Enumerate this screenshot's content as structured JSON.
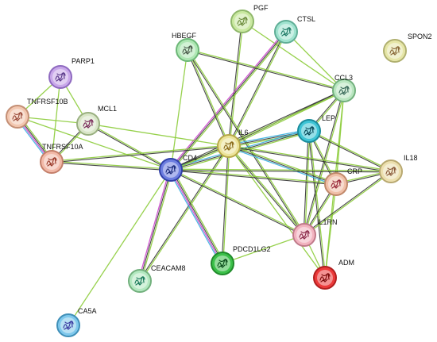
{
  "network": {
    "nodes": [
      {
        "id": "PGF",
        "label": "PGF",
        "color": "#c9e8a0",
        "stroke": "#8fb76a",
        "glyph": "#6a8a3a"
      },
      {
        "id": "CTSL",
        "label": "CTSL",
        "color": "#9fe3cf",
        "stroke": "#5fae96",
        "glyph": "#1f7a66"
      },
      {
        "id": "SPON2",
        "label": "SPON2",
        "color": "#e6e6a8",
        "stroke": "#b0b070",
        "glyph": "#8a6a3a"
      },
      {
        "id": "HBEGF",
        "label": "HBEGF",
        "color": "#aee7b3",
        "stroke": "#6cb777",
        "glyph": "#4a5a4a"
      },
      {
        "id": "PARP1",
        "label": "PARP1",
        "color": "#c9a8ea",
        "stroke": "#8f6ac0",
        "glyph": "#5a3a8a"
      },
      {
        "id": "CCL3",
        "label": "CCL3",
        "color": "#b9e6c0",
        "stroke": "#72b07d",
        "glyph": "#3a6a5a"
      },
      {
        "id": "TNFRSF10B",
        "label": "TNFRSF10B",
        "color": "#f2c7b0",
        "stroke": "#c48f75",
        "glyph": "#9a4a3a"
      },
      {
        "id": "MCL1",
        "label": "MCL1",
        "color": "#d9e6c8",
        "stroke": "#9ab080",
        "glyph": "#7a2a5a"
      },
      {
        "id": "LEP",
        "label": "LEP",
        "color": "#3fc5d6",
        "stroke": "#1a8c9c",
        "glyph": "#0a4a5a"
      },
      {
        "id": "IL6",
        "label": "IL6",
        "color": "#ece49a",
        "stroke": "#b8a848",
        "glyph": "#8a6a1a"
      },
      {
        "id": "CD4",
        "label": "CD4",
        "color": "#6d7ee0",
        "stroke": "#3040a8",
        "glyph": "#1a2a7a"
      },
      {
        "id": "TNFRSF10A",
        "label": "TNFRSF10A",
        "color": "#f2b9a8",
        "stroke": "#c47f6a",
        "glyph": "#9a3a2a"
      },
      {
        "id": "IL18",
        "label": "IL18",
        "color": "#ecdfae",
        "stroke": "#b8a870",
        "glyph": "#8a5a3a"
      },
      {
        "id": "CRP",
        "label": "CRP",
        "color": "#f0c0a8",
        "stroke": "#c0886a",
        "glyph": "#9a2a3a"
      },
      {
        "id": "IL1RN",
        "label": "IL1RN",
        "color": "#f2b3bf",
        "stroke": "#c07a8a",
        "glyph": "#8a2a4a"
      },
      {
        "id": "PDCD1LG2",
        "label": "PDCD1LG2",
        "color": "#3cc04a",
        "stroke": "#1f8a2a",
        "glyph": "#0a4a1a"
      },
      {
        "id": "ADM",
        "label": "ADM",
        "color": "#ec3a3a",
        "stroke": "#b01f1f",
        "glyph": "#7a0a0a"
      },
      {
        "id": "CEACAM8",
        "label": "CEACAM8",
        "color": "#b3e8c0",
        "stroke": "#72b07d",
        "glyph": "#1a7a5a"
      },
      {
        "id": "CA5A",
        "label": "CA5A",
        "color": "#7fc8ec",
        "stroke": "#3f8fb8",
        "glyph": "#3a3aa0"
      }
    ],
    "edges": [
      {
        "a": "PGF",
        "b": "IL6",
        "colors": [
          "#8ccc3a",
          "#333333"
        ]
      },
      {
        "a": "PGF",
        "b": "CCL3",
        "colors": [
          "#8ccc3a"
        ]
      },
      {
        "a": "CTSL",
        "b": "IL6",
        "colors": [
          "#8ccc3a",
          "#333333"
        ]
      },
      {
        "a": "CTSL",
        "b": "CD4",
        "colors": [
          "#8ccc3a",
          "#333333",
          "#cc44cc"
        ]
      },
      {
        "a": "CTSL",
        "b": "CCL3",
        "colors": [
          "#8ccc3a"
        ]
      },
      {
        "a": "HBEGF",
        "b": "IL6",
        "colors": [
          "#8ccc3a",
          "#333333"
        ]
      },
      {
        "a": "HBEGF",
        "b": "CCL3",
        "colors": [
          "#8ccc3a",
          "#333333"
        ]
      },
      {
        "a": "HBEGF",
        "b": "CD4",
        "colors": [
          "#8ccc3a"
        ]
      },
      {
        "a": "HBEGF",
        "b": "IL1RN",
        "colors": [
          "#8ccc3a",
          "#333333"
        ]
      },
      {
        "a": "PARP1",
        "b": "MCL1",
        "colors": [
          "#8ccc3a"
        ]
      },
      {
        "a": "PARP1",
        "b": "TNFRSF10B",
        "colors": [
          "#8ccc3a"
        ]
      },
      {
        "a": "PARP1",
        "b": "TNFRSF10A",
        "colors": [
          "#8ccc3a"
        ]
      },
      {
        "a": "TNFRSF10B",
        "b": "MCL1",
        "colors": [
          "#8ccc3a"
        ]
      },
      {
        "a": "TNFRSF10B",
        "b": "TNFRSF10A",
        "colors": [
          "#8ccc3a",
          "#333333",
          "#cc44cc",
          "#3ab0e0"
        ]
      },
      {
        "a": "TNFRSF10B",
        "b": "CD4",
        "colors": [
          "#8ccc3a"
        ]
      },
      {
        "a": "MCL1",
        "b": "TNFRSF10A",
        "colors": [
          "#8ccc3a",
          "#333333"
        ]
      },
      {
        "a": "MCL1",
        "b": "CD4",
        "colors": [
          "#8ccc3a",
          "#333333"
        ]
      },
      {
        "a": "MCL1",
        "b": "IL6",
        "colors": [
          "#8ccc3a"
        ]
      },
      {
        "a": "TNFRSF10A",
        "b": "CD4",
        "colors": [
          "#8ccc3a",
          "#333333"
        ]
      },
      {
        "a": "TNFRSF10A",
        "b": "IL6",
        "colors": [
          "#8ccc3a",
          "#333333"
        ]
      },
      {
        "a": "CCL3",
        "b": "IL6",
        "colors": [
          "#8ccc3a",
          "#333333"
        ]
      },
      {
        "a": "CCL3",
        "b": "CD4",
        "colors": [
          "#8ccc3a",
          "#333333"
        ]
      },
      {
        "a": "CCL3",
        "b": "LEP",
        "colors": [
          "#8ccc3a",
          "#333333"
        ]
      },
      {
        "a": "CCL3",
        "b": "IL1RN",
        "colors": [
          "#8ccc3a",
          "#333333"
        ]
      },
      {
        "a": "CCL3",
        "b": "ADM",
        "colors": [
          "#8ccc3a"
        ]
      },
      {
        "a": "CCL3",
        "b": "CRP",
        "colors": [
          "#8ccc3a"
        ]
      },
      {
        "a": "LEP",
        "b": "IL6",
        "colors": [
          "#8ccc3a",
          "#333333",
          "#3ab0e0"
        ]
      },
      {
        "a": "LEP",
        "b": "CD4",
        "colors": [
          "#8ccc3a",
          "#333333",
          "#3ab0e0"
        ]
      },
      {
        "a": "LEP",
        "b": "CRP",
        "colors": [
          "#8ccc3a",
          "#333333"
        ]
      },
      {
        "a": "LEP",
        "b": "IL1RN",
        "colors": [
          "#8ccc3a",
          "#333333"
        ]
      },
      {
        "a": "LEP",
        "b": "ADM",
        "colors": [
          "#8ccc3a",
          "#333333"
        ]
      },
      {
        "a": "LEP",
        "b": "IL18",
        "colors": [
          "#8ccc3a",
          "#333333"
        ]
      },
      {
        "a": "IL6",
        "b": "CD4",
        "colors": [
          "#8ccc3a",
          "#333333"
        ]
      },
      {
        "a": "IL6",
        "b": "CRP",
        "colors": [
          "#8ccc3a",
          "#333333",
          "#3ab0e0"
        ]
      },
      {
        "a": "IL6",
        "b": "IL18",
        "colors": [
          "#8ccc3a",
          "#333333"
        ]
      },
      {
        "a": "IL6",
        "b": "IL1RN",
        "colors": [
          "#8ccc3a",
          "#333333"
        ]
      },
      {
        "a": "IL6",
        "b": "ADM",
        "colors": [
          "#8ccc3a"
        ]
      },
      {
        "a": "IL6",
        "b": "PDCD1LG2",
        "colors": [
          "#8ccc3a",
          "#333333"
        ]
      },
      {
        "a": "IL6",
        "b": "CEACAM8",
        "colors": [
          "#8ccc3a",
          "#333333"
        ]
      },
      {
        "a": "CD4",
        "b": "CRP",
        "colors": [
          "#8ccc3a",
          "#333333"
        ]
      },
      {
        "a": "CD4",
        "b": "IL18",
        "colors": [
          "#8ccc3a",
          "#333333"
        ]
      },
      {
        "a": "CD4",
        "b": "IL1RN",
        "colors": [
          "#8ccc3a",
          "#333333"
        ]
      },
      {
        "a": "CD4",
        "b": "PDCD1LG2",
        "colors": [
          "#8ccc3a",
          "#333333",
          "#cc44cc",
          "#3ab0e0"
        ]
      },
      {
        "a": "CD4",
        "b": "CEACAM8",
        "colors": [
          "#8ccc3a",
          "#333333",
          "#cc44cc"
        ]
      },
      {
        "a": "CD4",
        "b": "CA5A",
        "colors": [
          "#8ccc3a"
        ]
      },
      {
        "a": "CRP",
        "b": "IL18",
        "colors": [
          "#8ccc3a",
          "#333333"
        ]
      },
      {
        "a": "CRP",
        "b": "IL1RN",
        "colors": [
          "#8ccc3a",
          "#333333"
        ]
      },
      {
        "a": "CRP",
        "b": "ADM",
        "colors": [
          "#8ccc3a"
        ]
      },
      {
        "a": "IL18",
        "b": "IL1RN",
        "colors": [
          "#8ccc3a",
          "#333333"
        ]
      },
      {
        "a": "IL1RN",
        "b": "PDCD1LG2",
        "colors": [
          "#8ccc3a"
        ]
      },
      {
        "a": "IL1RN",
        "b": "ADM",
        "colors": [
          "#8ccc3a"
        ]
      }
    ]
  }
}
